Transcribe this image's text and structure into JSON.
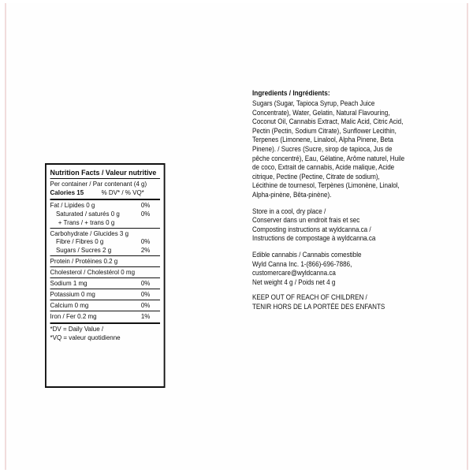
{
  "nutrition": {
    "title": "Nutrition Facts / Valeur nutritive",
    "per_container": "Per container / Par contenant (4 g)",
    "calories_label": "Calories 15",
    "dv_header": "% DV* / % VQ*",
    "rows": [
      {
        "label": "Fat / Lipides 0 g",
        "pct": "0%"
      },
      {
        "label": "Saturated / saturés 0 g",
        "pct": "0%"
      },
      {
        "label": "+ Trans / + trans 0 g",
        "pct": ""
      },
      {
        "label": "Carbohydrate / Glucides 3 g",
        "pct": ""
      },
      {
        "label": "Fibre / Fibres 0 g",
        "pct": "0%"
      },
      {
        "label": "Sugars / Sucres 2 g",
        "pct": "2%"
      },
      {
        "label": "Protein / Protéines 0.2 g",
        "pct": ""
      },
      {
        "label": "Cholesterol / Cholestérol 0 mg",
        "pct": ""
      },
      {
        "label": "Sodium 1 mg",
        "pct": "0%"
      },
      {
        "label": "Potassium 0 mg",
        "pct": "0%"
      },
      {
        "label": "Calcium 0 mg",
        "pct": "0%"
      },
      {
        "label": "Iron / Fer 0.2 mg",
        "pct": "1%"
      }
    ],
    "footnote_1": "*DV = Daily Value /",
    "footnote_2": "*VQ = valeur quotidienne"
  },
  "ingredients": {
    "heading": "Ingredients / Ingrédients:",
    "lines": [
      "Sugars (Sugar, Tapioca Syrup, Peach Juice",
      "Concentrate), Water, Gelatin, Natural Flavouring,",
      "Coconut Oil, Cannabis Extract, Malic Acid, Citric Acid,",
      "Pectin (Pectin, Sodium Citrate), Sunflower Lecithin,",
      "Terpenes (Limonene, Linalool, Alpha Pinene, Beta",
      "Pinene). / Sucres (Sucre, sirop de tapioca, Jus de",
      "pêche concentré), Eau, Gélatine, Arôme naturel, Huile",
      "de coco, Extrait de cannabis, Acide malique, Acide",
      "citrique, Pectine (Pectine, Citrate de sodium),",
      "Lécithine de tournesol, Terpènes (Limonène, Linalol,",
      "Alpha-pinène, Bêta-pinène)."
    ]
  },
  "storage": {
    "lines": [
      "Store in a cool, dry place /",
      "Conserver dans un endroit frais et sec",
      "Composting instructions at wyldcanna.ca /",
      "Instructions de compostage à wyldcanna.ca"
    ]
  },
  "company": {
    "lines": [
      "Edible cannabis / Cannabis comestible",
      "Wyld Canna Inc. 1-(866)-696-7886,",
      "customercare@wyldcanna.ca",
      "Net weight 4 g / Poids net 4 g"
    ]
  },
  "warning": {
    "lines": [
      "KEEP OUT OF REACH OF CHILDREN /",
      "TENIR HORS DE LA PORTÉE DES ENFANTS"
    ]
  }
}
